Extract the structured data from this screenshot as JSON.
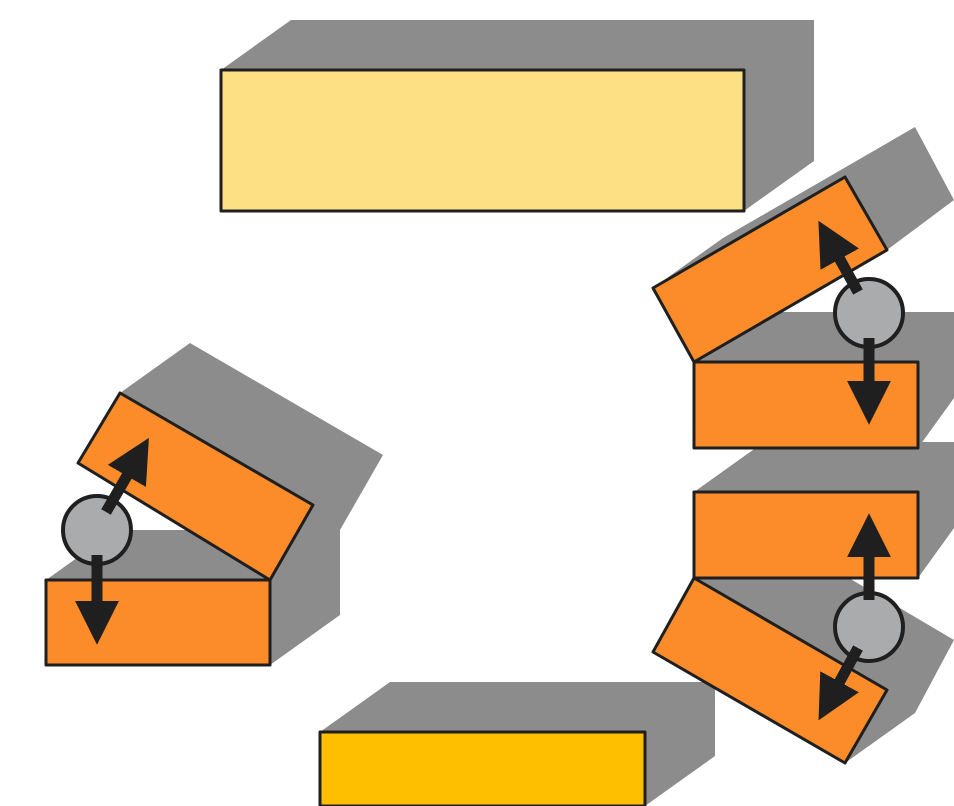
{
  "colors": {
    "background": "#ffffff",
    "shadow": "#8c8c8c",
    "pale_block": "#fde083",
    "orange_block": "#fc8c2a",
    "gold_block": "#fdbf00",
    "outline": "#1f1f1f",
    "joint": "#a9abad",
    "arrow": "#1f1f1f"
  },
  "blocks": [
    {
      "id": "top-pale-block",
      "fill": "pale_block"
    },
    {
      "id": "bottom-gold-block",
      "fill": "gold_block"
    },
    {
      "id": "left-base-block",
      "fill": "orange_block"
    },
    {
      "id": "left-tilted-block",
      "fill": "orange_block"
    },
    {
      "id": "right-upper-base-block",
      "fill": "orange_block"
    },
    {
      "id": "right-upper-tilted-block",
      "fill": "orange_block"
    },
    {
      "id": "right-lower-base-block",
      "fill": "orange_block"
    },
    {
      "id": "right-lower-tilted-block",
      "fill": "orange_block"
    }
  ],
  "joints": [
    {
      "id": "left-hinge-joint"
    },
    {
      "id": "right-upper-hinge-joint"
    },
    {
      "id": "right-lower-hinge-joint"
    }
  ],
  "arrows": [
    {
      "id": "left-arrow-up-tilt"
    },
    {
      "id": "left-arrow-down"
    },
    {
      "id": "right-upper-arrow-up-tilt"
    },
    {
      "id": "right-upper-arrow-down"
    },
    {
      "id": "right-lower-arrow-up"
    },
    {
      "id": "right-lower-arrow-down-tilt"
    }
  ]
}
